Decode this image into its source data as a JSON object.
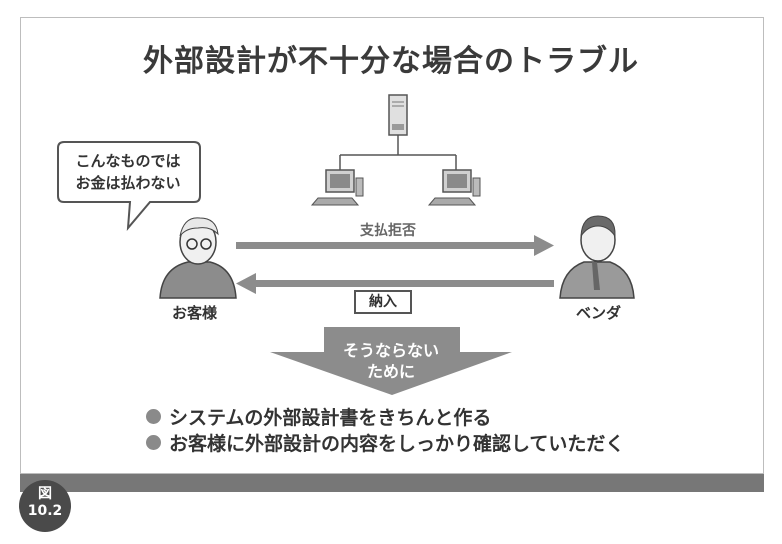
{
  "title": "外部設計が不十分な場合のトラブル",
  "speech_bubble": {
    "line1": "こんなものでは",
    "line2": "お金は払わない"
  },
  "customer_label": "お客様",
  "vendor_label": "ベンダ",
  "top_arrow_label": "支払拒否",
  "bottom_arrow_label": "納入",
  "funnel": {
    "line1": "そうならない",
    "line2": "ために"
  },
  "bullets": [
    "システムの外部設計書をきちんと作る",
    "お客様に外部設計の内容をしっかり確認していただく"
  ],
  "figure_badge": {
    "line1": "図",
    "line2": "10.2"
  },
  "colors": {
    "arrow": "#8c8c8c",
    "dark_bar": "#777777",
    "badge": "#4a4a4a"
  }
}
